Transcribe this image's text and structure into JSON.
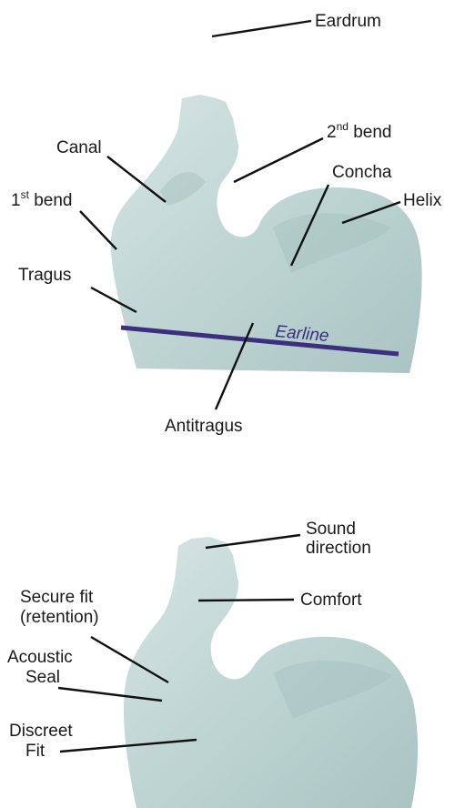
{
  "colors": {
    "mold_fill": "#bcd3d1",
    "mold_shadow": "#9fbcbb",
    "mold_highlight": "#d8e6e4",
    "earline": "#3b2f7e",
    "text": "#1a1a1a"
  },
  "top_diagram": {
    "eardrum": "Eardrum",
    "second_bend_sup": "nd",
    "second_bend_pre": "2",
    "second_bend_post": " bend",
    "canal": "Canal",
    "concha": "Concha",
    "first_bend_pre": "1",
    "first_bend_sup": "st",
    "first_bend_post": " bend",
    "helix": "Helix",
    "tragus": "Tragus",
    "earline": "Earline",
    "antitragus": "Antitragus"
  },
  "bottom_diagram": {
    "sound_direction_line1": "Sound",
    "sound_direction_line2": "direction",
    "secure_fit_line1": "Secure fit",
    "secure_fit_line2": "(retention)",
    "comfort": "Comfort",
    "acoustic_seal_line1": "Acoustic",
    "acoustic_seal_line2": "Seal",
    "discreet_fit_line1": "Discreet",
    "discreet_fit_line2": "Fit"
  }
}
